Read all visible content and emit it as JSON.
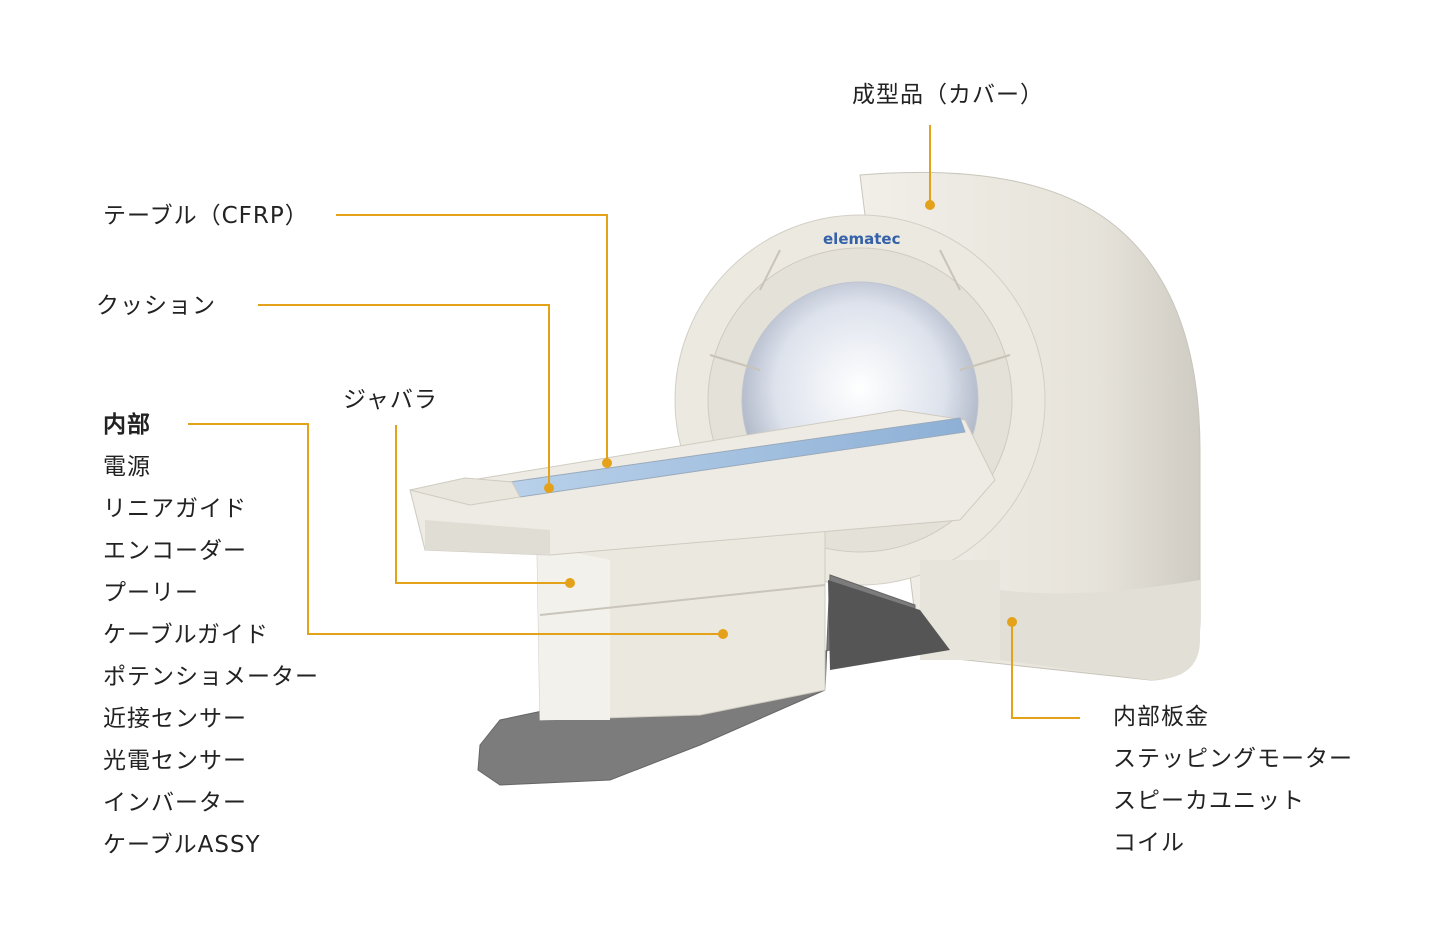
{
  "logo_text": "elematec",
  "accent_color": "#e3a21a",
  "labels": {
    "cover": "成型品（カバー）",
    "table": "テーブル（CFRP）",
    "cushion": "クッション",
    "bellows": "ジャバラ"
  },
  "internal": {
    "heading": "内部",
    "items": [
      "電源",
      "リニアガイド",
      "エンコーダー",
      "プーリー",
      "ケーブルガイド",
      "ポテンショメーター",
      "近接センサー",
      "光電センサー",
      "インバーター",
      "ケーブルASSY"
    ]
  },
  "sheet_metal": {
    "heading": "内部板金",
    "items": [
      "ステッピングモーター",
      "スピーカユニット",
      "コイル"
    ]
  }
}
